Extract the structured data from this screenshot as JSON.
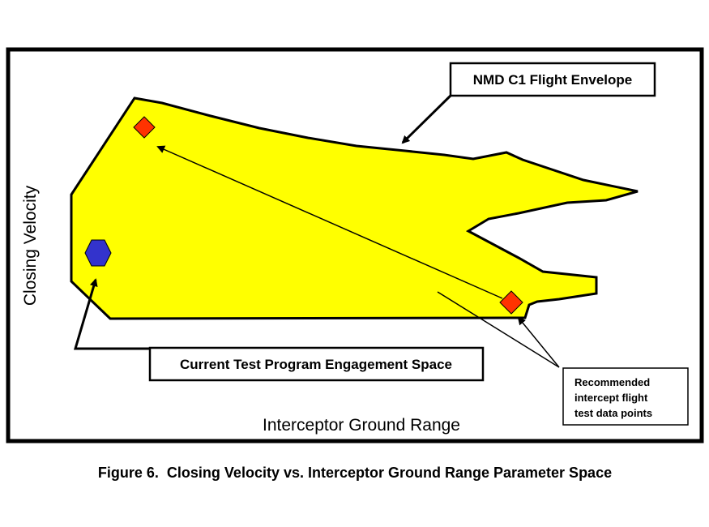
{
  "figure": {
    "ylabel": "Closing Velocity",
    "xlabel": "Interceptor Ground Range",
    "caption": "Figure 6.  Closing Velocity vs. Interceptor Ground Range Parameter Space"
  },
  "callouts": {
    "envelope": "NMD C1 Flight Envelope",
    "engagement": "Current Test Program Engagement Space",
    "recommended": [
      "Recommended",
      "intercept flight",
      "test data points"
    ]
  },
  "colors": {
    "envelope_fill": "#FFFF00",
    "data_point": "#FF3300",
    "engagement_marker": "#3333CC",
    "outline": "#000000",
    "background": "#FFFFFF"
  },
  "shapes": {
    "engagement_marker": "hexagon",
    "data_point": "diamond"
  }
}
